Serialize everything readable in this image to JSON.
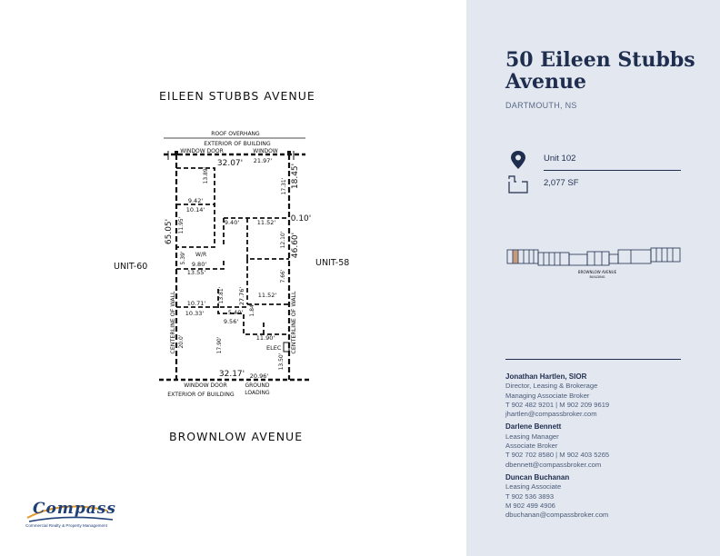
{
  "property": {
    "title": "50 Eileen Stubbs Avenue",
    "city": "DARTMOUTH, NS",
    "unit": "Unit 102",
    "area": "2,077 SF"
  },
  "plan": {
    "street_top": "EILEEN STUBBS AVENUE",
    "street_bottom": "BROWNLOW AVENUE",
    "unit_left": "UNIT-60",
    "unit_right": "UNIT-58",
    "roof": "ROOF OVERHANG",
    "ext_top": "EXTERIOR OF BUILDING",
    "win_door_top": "WINDOW  DOOR",
    "win_top_right": "WINDOW",
    "win_door_bottom": "WINDOW DOOR",
    "ext_bottom": "EXTERIOR OF BUILDING",
    "ground": "GROUND",
    "loading": "LOADING",
    "cl_left": "CENTERLINE OF WALL",
    "cl_right": "CENTERLINE OF WALL",
    "elec": "ELEC",
    "wr": "W/R",
    "dims": {
      "d3207": "32.07'",
      "d2197": "21.97'",
      "d1845": "18.45'",
      "d1389": "13.89'",
      "d942": "9.42'",
      "d1014": "10.14'",
      "d6505": "65.05'",
      "d1195": "11.95'",
      "d940": "9.40'",
      "d1152a": "11.52'",
      "d010": "0.10'",
      "d1731": "17.31'",
      "d1210": "12.10'",
      "d4660": "46.60'",
      "d539": "5.39'",
      "d980": "9.80'",
      "d1355": "13.55'",
      "d766": "7.66'",
      "d1381": "13.81'",
      "d2776": "27.76'",
      "d1152b": "11.52'",
      "d1071": "10.71'",
      "d1033": "10.33'",
      "d540": "5.40'",
      "d956": "9.56'",
      "d184": "1.84'",
      "d1190": "11.90'",
      "d200": "20.0'",
      "d1790": "17.90'",
      "d1350": "13.50'",
      "d3217": "32.17'",
      "d2096": "20.96'"
    }
  },
  "minimap": {
    "label": "BROWNLOW AVENUE",
    "sublabel": "BUILDING",
    "highlight_color": "#c79a7a"
  },
  "contacts": [
    {
      "name": "Jonathan Hartlen, SIOR",
      "title1": "Director, Leasing & Brokerage",
      "title2": "Managing Associate Broker",
      "phone": "T 902 482 9201 | M 902 209 9619",
      "email": "jhartlen@compassbroker.com"
    },
    {
      "name": "Darlene Bennett",
      "title1": "Leasing Manager",
      "title2": "Associate Broker",
      "phone": "T 902 702 8580 | M 902 403 5265",
      "email": "dbennett@compassbroker.com"
    },
    {
      "name": "Duncan Buchanan",
      "title1": "Leasing Associate",
      "phone": "T 902 536 3893",
      "mobile": "M 902 499 4906",
      "email": "dbuchanan@compassbroker.com"
    }
  ],
  "logo": {
    "word": "Compass",
    "tagline": "Commercial Realty & Property Management"
  },
  "colors": {
    "navy": "#1f2d4e",
    "panel": "#e3e8f0",
    "logo_blue": "#1f3f77",
    "logo_orange": "#e39a2b"
  },
  "icons": {
    "location": "map-pin-icon",
    "area": "floorplan-icon"
  }
}
